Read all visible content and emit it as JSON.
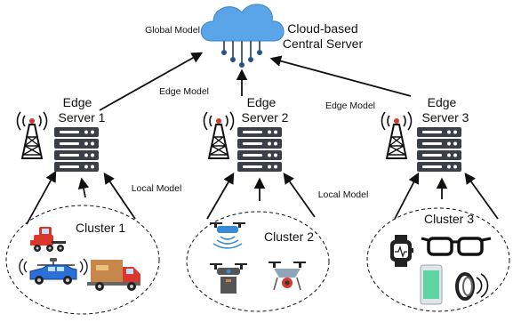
{
  "cloud": {
    "title_line1": "Cloud-based",
    "title_line2": "Central Server",
    "global_model_label": "Global Model"
  },
  "edge_servers": [
    {
      "line1": "Edge",
      "line2": "Server 1"
    },
    {
      "line1": "Edge",
      "line2": "Server 2"
    },
    {
      "line1": "Edge",
      "line2": "Server 3"
    }
  ],
  "labels": {
    "edge_model_1": "Edge Model",
    "edge_model_2": "Edge Model",
    "local_model_1": "Local Model",
    "local_model_2": "Local Model"
  },
  "clusters": [
    {
      "label": "Cluster 1",
      "devices": [
        "truck-icon",
        "police-car-icon",
        "delivery-truck-icon"
      ]
    },
    {
      "label": "Cluster 2",
      "devices": [
        "drone-icon",
        "cargo-drone-icon",
        "camera-drone-icon"
      ]
    },
    {
      "label": "Cluster 3",
      "devices": [
        "smartwatch-icon",
        "glasses-icon",
        "smartphone-icon",
        "smart-ring-icon"
      ]
    }
  ],
  "colors": {
    "cloud_fill": "#5aa5e8",
    "server_fill": "#3b3f4a",
    "accent_red": "#d9372b",
    "accent_blue": "#2b6fd8",
    "drone_blue": "#3a8bd1",
    "box_brown": "#c8874a",
    "phone_green": "#5fd3a4"
  }
}
